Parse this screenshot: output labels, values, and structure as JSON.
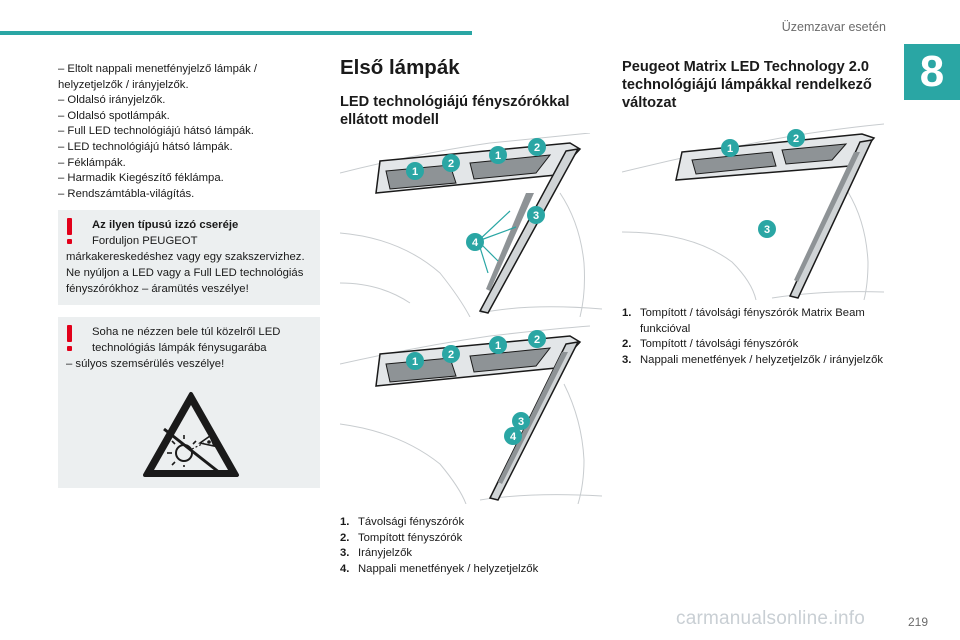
{
  "header": {
    "title": "Üzemzavar esetén",
    "chapter": "8",
    "page_number": "219"
  },
  "watermark": "carmanualsonline.info",
  "col1": {
    "list": [
      "–  Eltolt nappali menetfényjelző lámpák / helyzetjelzők / irányjelzők.",
      "–  Oldalsó irányjelzők.",
      "–  Oldalsó spotlámpák.",
      "–  Full LED technológiájú hátsó lámpák.",
      "–  LED technológiájú hátsó lámpák.",
      "–  Féklámpák.",
      "–  Harmadik Kiegészítő féklámpa.",
      "–  Rendszámtábla-világítás."
    ],
    "warning1": {
      "title": "Az ilyen típusú izzó cseréje",
      "line1": "Forduljon PEUGEOT",
      "rest": "márkakereskedéshez vagy egy szakszervizhez.\nNe nyúljon a LED vagy a Full LED technológiás fényszórókhoz – áramütés veszélye!"
    },
    "warning2": {
      "line1": "Soha ne nézzen bele túl közelről LED technológiás lámpák fénysugarába",
      "rest": "– súlyos szemsérülés veszélye!"
    }
  },
  "col2": {
    "title": "Első lámpák",
    "subtitle": "LED technológiájú fényszórókkal ellátott modell",
    "fig1_callouts": [
      "1",
      "2",
      "1",
      "2",
      "3",
      "4"
    ],
    "fig2_callouts": [
      "1",
      "2",
      "1",
      "2",
      "3",
      "4"
    ],
    "legend": [
      {
        "num": "1.",
        "text": "Távolsági fényszórók"
      },
      {
        "num": "2.",
        "text": "Tompított fényszórók"
      },
      {
        "num": "3.",
        "text": "Irányjelzők"
      },
      {
        "num": "4.",
        "text": "Nappali menetfények / helyzetjelzők"
      }
    ]
  },
  "col3": {
    "title": "Peugeot Matrix LED Technology 2.0 technológiájú lámpákkal rendelkező változat",
    "fig_callouts": [
      "1",
      "2",
      "3"
    ],
    "legend": [
      {
        "num": "1.",
        "text": "Tompított / távolsági fényszórók Matrix Beam funkcióval"
      },
      {
        "num": "2.",
        "text": "Tompított / távolsági fényszórók"
      },
      {
        "num": "3.",
        "text": "Nappali menetfények / helyzetjelzők / irányjelzők"
      }
    ]
  },
  "colors": {
    "accent": "#2aa6a4",
    "warning": "#e2001a",
    "panel": "#eceff0"
  }
}
